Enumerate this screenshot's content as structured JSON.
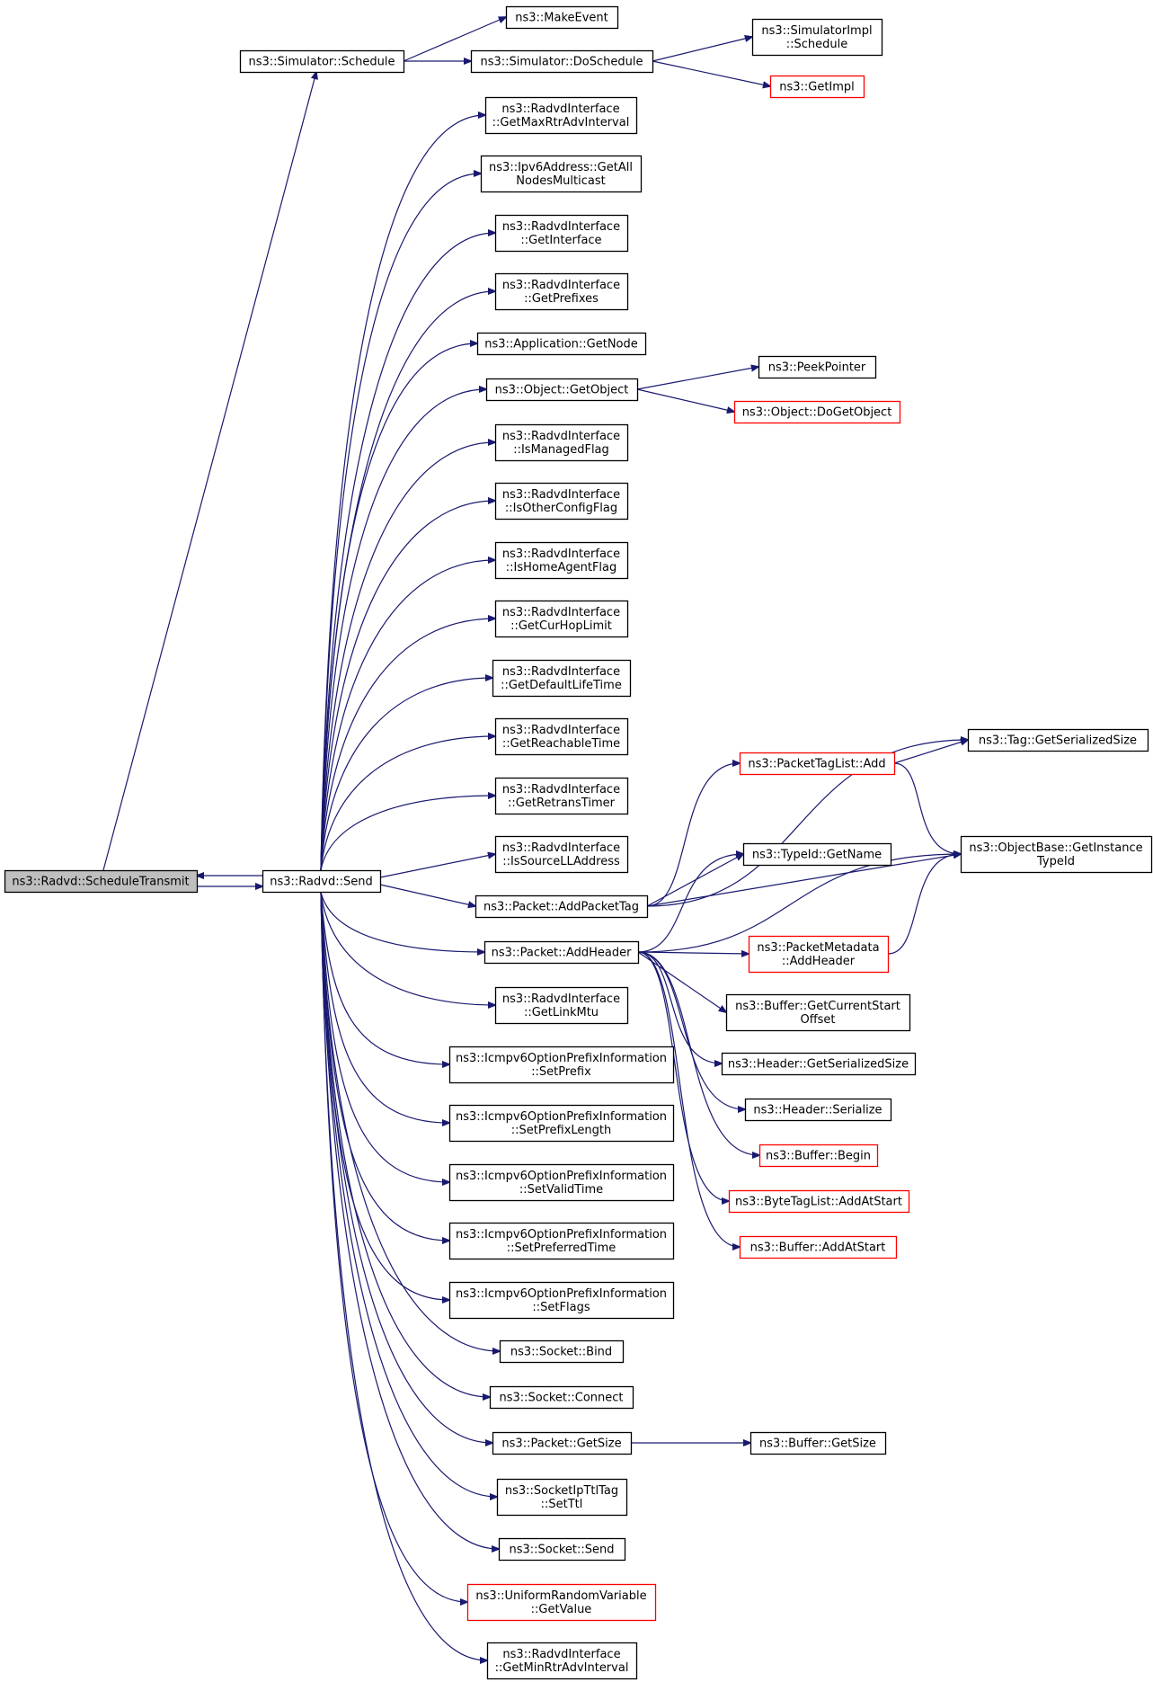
{
  "graph": {
    "colors": {
      "edge": "#191970",
      "border_normal": "#000000",
      "border_truncated": "#ff0000",
      "fill_root": "#bfbfbf",
      "fill_default": "#ffffff",
      "text": "#000000"
    },
    "nodes": [
      {
        "id": "schedule_transmit",
        "lines": [
          "ns3::Radvd::ScheduleTransmit"
        ],
        "style": "root"
      },
      {
        "id": "radvd_send",
        "lines": [
          "ns3::Radvd::Send"
        ],
        "style": "normal"
      },
      {
        "id": "simulator_schedule",
        "lines": [
          "ns3::Simulator::Schedule"
        ],
        "style": "normal"
      },
      {
        "id": "make_event",
        "lines": [
          "ns3::MakeEvent"
        ],
        "style": "normal"
      },
      {
        "id": "do_schedule",
        "lines": [
          "ns3::Simulator::DoSchedule"
        ],
        "style": "normal"
      },
      {
        "id": "simimpl_schedule",
        "lines": [
          "ns3::SimulatorImpl",
          "::Schedule"
        ],
        "style": "normal"
      },
      {
        "id": "get_impl",
        "lines": [
          "ns3::GetImpl"
        ],
        "style": "truncated"
      },
      {
        "id": "get_max_rtr_adv",
        "lines": [
          "ns3::RadvdInterface",
          "::GetMaxRtrAdvInterval"
        ],
        "style": "normal"
      },
      {
        "id": "ipv6_get_all_nodes",
        "lines": [
          "ns3::Ipv6Address::GetAll",
          "NodesMulticast"
        ],
        "style": "normal"
      },
      {
        "id": "get_interface",
        "lines": [
          "ns3::RadvdInterface",
          "::GetInterface"
        ],
        "style": "normal"
      },
      {
        "id": "get_prefixes",
        "lines": [
          "ns3::RadvdInterface",
          "::GetPrefixes"
        ],
        "style": "normal"
      },
      {
        "id": "app_get_node",
        "lines": [
          "ns3::Application::GetNode"
        ],
        "style": "normal"
      },
      {
        "id": "object_get_object",
        "lines": [
          "ns3::Object::GetObject"
        ],
        "style": "normal"
      },
      {
        "id": "peek_pointer",
        "lines": [
          "ns3::PeekPointer"
        ],
        "style": "normal"
      },
      {
        "id": "object_do_get_object",
        "lines": [
          "ns3::Object::DoGetObject"
        ],
        "style": "truncated"
      },
      {
        "id": "is_managed_flag",
        "lines": [
          "ns3::RadvdInterface",
          "::IsManagedFlag"
        ],
        "style": "normal"
      },
      {
        "id": "is_other_config_flag",
        "lines": [
          "ns3::RadvdInterface",
          "::IsOtherConfigFlag"
        ],
        "style": "normal"
      },
      {
        "id": "is_home_agent_flag",
        "lines": [
          "ns3::RadvdInterface",
          "::IsHomeAgentFlag"
        ],
        "style": "normal"
      },
      {
        "id": "get_cur_hop_limit",
        "lines": [
          "ns3::RadvdInterface",
          "::GetCurHopLimit"
        ],
        "style": "normal"
      },
      {
        "id": "get_default_life_time",
        "lines": [
          "ns3::RadvdInterface",
          "::GetDefaultLifeTime"
        ],
        "style": "normal"
      },
      {
        "id": "get_reachable_time",
        "lines": [
          "ns3::RadvdInterface",
          "::GetReachableTime"
        ],
        "style": "normal"
      },
      {
        "id": "get_retrans_timer",
        "lines": [
          "ns3::RadvdInterface",
          "::GetRetransTimer"
        ],
        "style": "normal"
      },
      {
        "id": "is_source_ll_address",
        "lines": [
          "ns3::RadvdInterface",
          "::IsSourceLLAddress"
        ],
        "style": "normal"
      },
      {
        "id": "packet_add_packet_tag",
        "lines": [
          "ns3::Packet::AddPacketTag"
        ],
        "style": "normal"
      },
      {
        "id": "packet_add_header",
        "lines": [
          "ns3::Packet::AddHeader"
        ],
        "style": "normal"
      },
      {
        "id": "get_link_mtu",
        "lines": [
          "ns3::RadvdInterface",
          "::GetLinkMtu"
        ],
        "style": "normal"
      },
      {
        "id": "set_prefix",
        "lines": [
          "ns3::Icmpv6OptionPrefixInformation",
          "::SetPrefix"
        ],
        "style": "normal"
      },
      {
        "id": "set_prefix_length",
        "lines": [
          "ns3::Icmpv6OptionPrefixInformation",
          "::SetPrefixLength"
        ],
        "style": "normal"
      },
      {
        "id": "set_valid_time",
        "lines": [
          "ns3::Icmpv6OptionPrefixInformation",
          "::SetValidTime"
        ],
        "style": "normal"
      },
      {
        "id": "set_preferred_time",
        "lines": [
          "ns3::Icmpv6OptionPrefixInformation",
          "::SetPreferredTime"
        ],
        "style": "normal"
      },
      {
        "id": "set_flags",
        "lines": [
          "ns3::Icmpv6OptionPrefixInformation",
          "::SetFlags"
        ],
        "style": "normal"
      },
      {
        "id": "socket_bind",
        "lines": [
          "ns3::Socket::Bind"
        ],
        "style": "normal"
      },
      {
        "id": "socket_connect",
        "lines": [
          "ns3::Socket::Connect"
        ],
        "style": "normal"
      },
      {
        "id": "packet_get_size",
        "lines": [
          "ns3::Packet::GetSize"
        ],
        "style": "normal"
      },
      {
        "id": "buffer_get_size",
        "lines": [
          "ns3::Buffer::GetSize"
        ],
        "style": "normal"
      },
      {
        "id": "socket_ip_ttl_tag",
        "lines": [
          "ns3::SocketIpTtlTag",
          "::SetTtl"
        ],
        "style": "normal"
      },
      {
        "id": "socket_send",
        "lines": [
          "ns3::Socket::Send"
        ],
        "style": "normal"
      },
      {
        "id": "uniform_get_value",
        "lines": [
          "ns3::UniformRandomVariable",
          "::GetValue"
        ],
        "style": "truncated"
      },
      {
        "id": "get_min_rtr_adv",
        "lines": [
          "ns3::RadvdInterface",
          "::GetMinRtrAdvInterval"
        ],
        "style": "normal"
      },
      {
        "id": "packet_tag_list_add",
        "lines": [
          "ns3::PacketTagList::Add"
        ],
        "style": "truncated"
      },
      {
        "id": "tag_get_serialized_size",
        "lines": [
          "ns3::Tag::GetSerializedSize"
        ],
        "style": "normal"
      },
      {
        "id": "object_base_get_instance_typeid",
        "lines": [
          "ns3::ObjectBase::GetInstance",
          "TypeId"
        ],
        "style": "normal"
      },
      {
        "id": "typeid_get_name",
        "lines": [
          "ns3::TypeId::GetName"
        ],
        "style": "normal"
      },
      {
        "id": "packet_metadata_add_header",
        "lines": [
          "ns3::PacketMetadata",
          "::AddHeader"
        ],
        "style": "truncated"
      },
      {
        "id": "buffer_get_current_start_offset",
        "lines": [
          "ns3::Buffer::GetCurrentStart",
          "Offset"
        ],
        "style": "normal"
      },
      {
        "id": "header_get_serialized_size",
        "lines": [
          "ns3::Header::GetSerializedSize"
        ],
        "style": "normal"
      },
      {
        "id": "header_serialize",
        "lines": [
          "ns3::Header::Serialize"
        ],
        "style": "normal"
      },
      {
        "id": "buffer_begin",
        "lines": [
          "ns3::Buffer::Begin"
        ],
        "style": "truncated"
      },
      {
        "id": "byte_tag_list_add_at_start",
        "lines": [
          "ns3::ByteTagList::AddAtStart"
        ],
        "style": "truncated"
      },
      {
        "id": "buffer_add_at_start",
        "lines": [
          "ns3::Buffer::AddAtStart"
        ],
        "style": "truncated"
      }
    ],
    "edges": [
      [
        "schedule_transmit",
        "radvd_send"
      ],
      [
        "radvd_send",
        "schedule_transmit"
      ],
      [
        "schedule_transmit",
        "simulator_schedule"
      ],
      [
        "simulator_schedule",
        "make_event"
      ],
      [
        "simulator_schedule",
        "do_schedule"
      ],
      [
        "do_schedule",
        "simimpl_schedule"
      ],
      [
        "do_schedule",
        "get_impl"
      ],
      [
        "radvd_send",
        "get_max_rtr_adv"
      ],
      [
        "radvd_send",
        "ipv6_get_all_nodes"
      ],
      [
        "radvd_send",
        "get_interface"
      ],
      [
        "radvd_send",
        "get_prefixes"
      ],
      [
        "radvd_send",
        "app_get_node"
      ],
      [
        "radvd_send",
        "object_get_object"
      ],
      [
        "object_get_object",
        "peek_pointer"
      ],
      [
        "object_get_object",
        "object_do_get_object"
      ],
      [
        "radvd_send",
        "is_managed_flag"
      ],
      [
        "radvd_send",
        "is_other_config_flag"
      ],
      [
        "radvd_send",
        "is_home_agent_flag"
      ],
      [
        "radvd_send",
        "get_cur_hop_limit"
      ],
      [
        "radvd_send",
        "get_default_life_time"
      ],
      [
        "radvd_send",
        "get_reachable_time"
      ],
      [
        "radvd_send",
        "get_retrans_timer"
      ],
      [
        "radvd_send",
        "is_source_ll_address"
      ],
      [
        "radvd_send",
        "packet_add_packet_tag"
      ],
      [
        "radvd_send",
        "packet_add_header"
      ],
      [
        "radvd_send",
        "get_link_mtu"
      ],
      [
        "radvd_send",
        "set_prefix"
      ],
      [
        "radvd_send",
        "set_prefix_length"
      ],
      [
        "radvd_send",
        "set_valid_time"
      ],
      [
        "radvd_send",
        "set_preferred_time"
      ],
      [
        "radvd_send",
        "set_flags"
      ],
      [
        "radvd_send",
        "socket_bind"
      ],
      [
        "radvd_send",
        "socket_connect"
      ],
      [
        "radvd_send",
        "packet_get_size"
      ],
      [
        "packet_get_size",
        "buffer_get_size"
      ],
      [
        "radvd_send",
        "socket_ip_ttl_tag"
      ],
      [
        "radvd_send",
        "socket_send"
      ],
      [
        "radvd_send",
        "uniform_get_value"
      ],
      [
        "radvd_send",
        "get_min_rtr_adv"
      ],
      [
        "packet_add_packet_tag",
        "packet_tag_list_add"
      ],
      [
        "packet_add_packet_tag",
        "tag_get_serialized_size"
      ],
      [
        "packet_add_packet_tag",
        "object_base_get_instance_typeid"
      ],
      [
        "packet_add_packet_tag",
        "typeid_get_name"
      ],
      [
        "packet_tag_list_add",
        "tag_get_serialized_size"
      ],
      [
        "packet_tag_list_add",
        "object_base_get_instance_typeid"
      ],
      [
        "packet_add_header",
        "typeid_get_name"
      ],
      [
        "packet_add_header",
        "object_base_get_instance_typeid"
      ],
      [
        "packet_add_header",
        "packet_metadata_add_header"
      ],
      [
        "packet_metadata_add_header",
        "object_base_get_instance_typeid"
      ],
      [
        "packet_add_header",
        "buffer_get_current_start_offset"
      ],
      [
        "packet_add_header",
        "header_get_serialized_size"
      ],
      [
        "packet_add_header",
        "header_serialize"
      ],
      [
        "packet_add_header",
        "buffer_begin"
      ],
      [
        "packet_add_header",
        "byte_tag_list_add_at_start"
      ],
      [
        "packet_add_header",
        "buffer_add_at_start"
      ]
    ]
  }
}
